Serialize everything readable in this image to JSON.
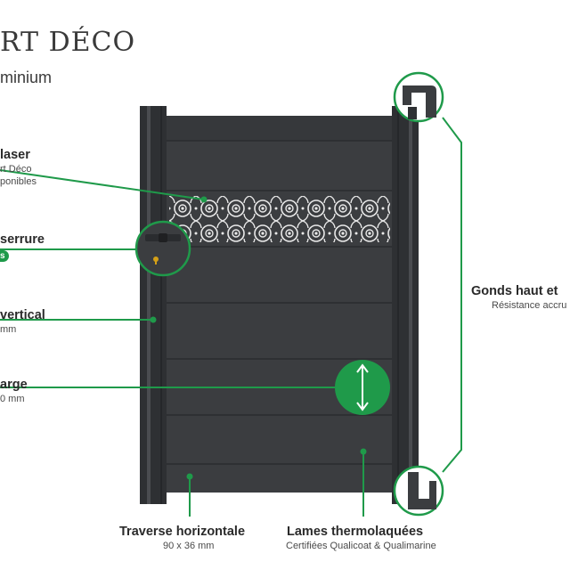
{
  "brand": {
    "title": "RT DÉCO",
    "subtitle": "minium"
  },
  "labels": {
    "laser": {
      "title": "laser",
      "line1": "rt Déco",
      "line2": "ponibles"
    },
    "serrure": {
      "title": "serrure",
      "badge": "s"
    },
    "vertical": {
      "title": "vertical",
      "sub": "mm"
    },
    "large": {
      "title": "arge",
      "sub": "0 mm"
    },
    "gonds": {
      "title": "Gonds haut et",
      "sub": "Résistance accru"
    },
    "traverse": {
      "title": "Traverse horizontale",
      "sub": "90 x 36 mm"
    },
    "lames": {
      "title": "Lames thermolaquées",
      "sub": "Certifiées Qualicoat & Qualimarine"
    }
  },
  "colors": {
    "accent_green": "#1f9a4a",
    "gate_dark": "#3b3d40",
    "post_dark": "#2e3033"
  }
}
